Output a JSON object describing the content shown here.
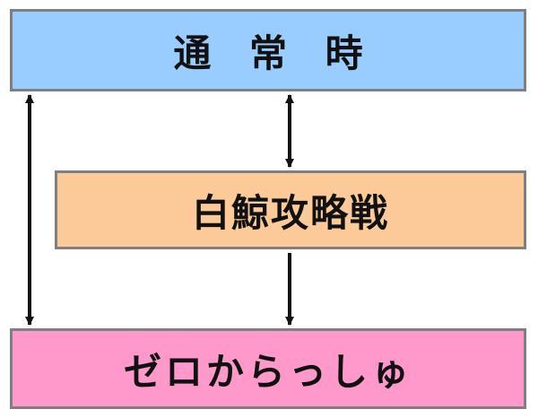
{
  "boxes": {
    "normal": {
      "label": "通 常 時",
      "color": "#99ccff"
    },
    "battle": {
      "label": "白鯨攻略戦",
      "color": "#fcca99"
    },
    "zero": {
      "label": "ゼロからっしゅ",
      "color": "#ff99cc"
    }
  },
  "arrows": [
    {
      "from": "normal",
      "to": "zero",
      "direction": "both"
    },
    {
      "from": "normal",
      "to": "battle",
      "direction": "both"
    },
    {
      "from": "battle",
      "to": "zero",
      "direction": "forward"
    }
  ],
  "colors": {
    "border": "#7f7f7f",
    "arrow": "#111111"
  }
}
